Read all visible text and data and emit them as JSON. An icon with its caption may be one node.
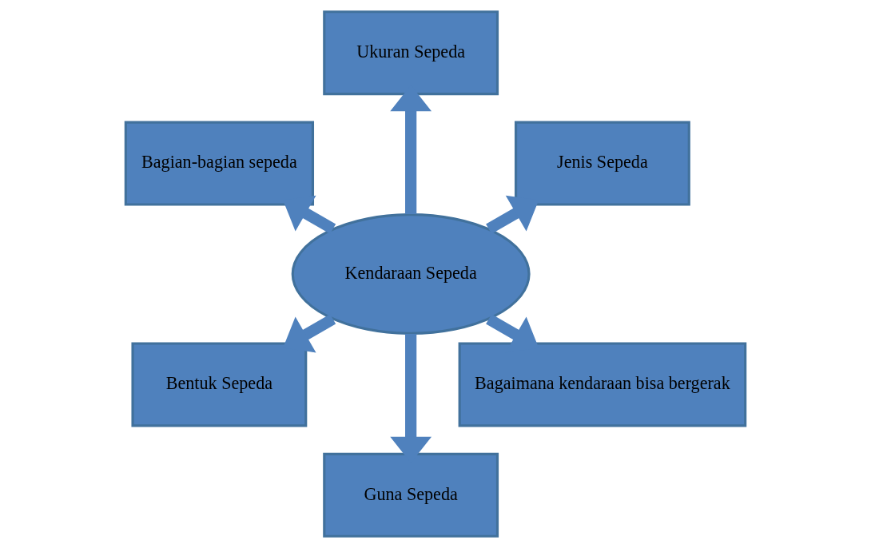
{
  "diagram": {
    "nodes": [
      {
        "text": [
          "Kendaraan Sepeda"
        ]
      },
      {
        "text": [
          "Jenis Sepeda"
        ]
      },
      {
        "text": [
          "Ukuran Sepeda"
        ]
      },
      {
        "text": [
          "Bagian-bagian sepeda"
        ]
      },
      {
        "text": [
          "Bentuk Sepeda"
        ]
      },
      {
        "text": [
          "Guna Sepeda"
        ]
      },
      {
        "text": [
          "Bagaimana kendaraan bisa bergerak"
        ]
      }
    ],
    "edges": [
      {
        "from": 0,
        "to": 1,
        "arrow": "to"
      },
      {
        "from": 0,
        "to": 2,
        "arrow": "to"
      },
      {
        "from": 0,
        "to": 3,
        "arrow": "to"
      },
      {
        "from": 0,
        "to": 4,
        "arrow": "to"
      },
      {
        "from": 0,
        "to": 5,
        "arrow": "to"
      },
      {
        "from": 0,
        "to": 6,
        "arrow": "to"
      }
    ]
  }
}
